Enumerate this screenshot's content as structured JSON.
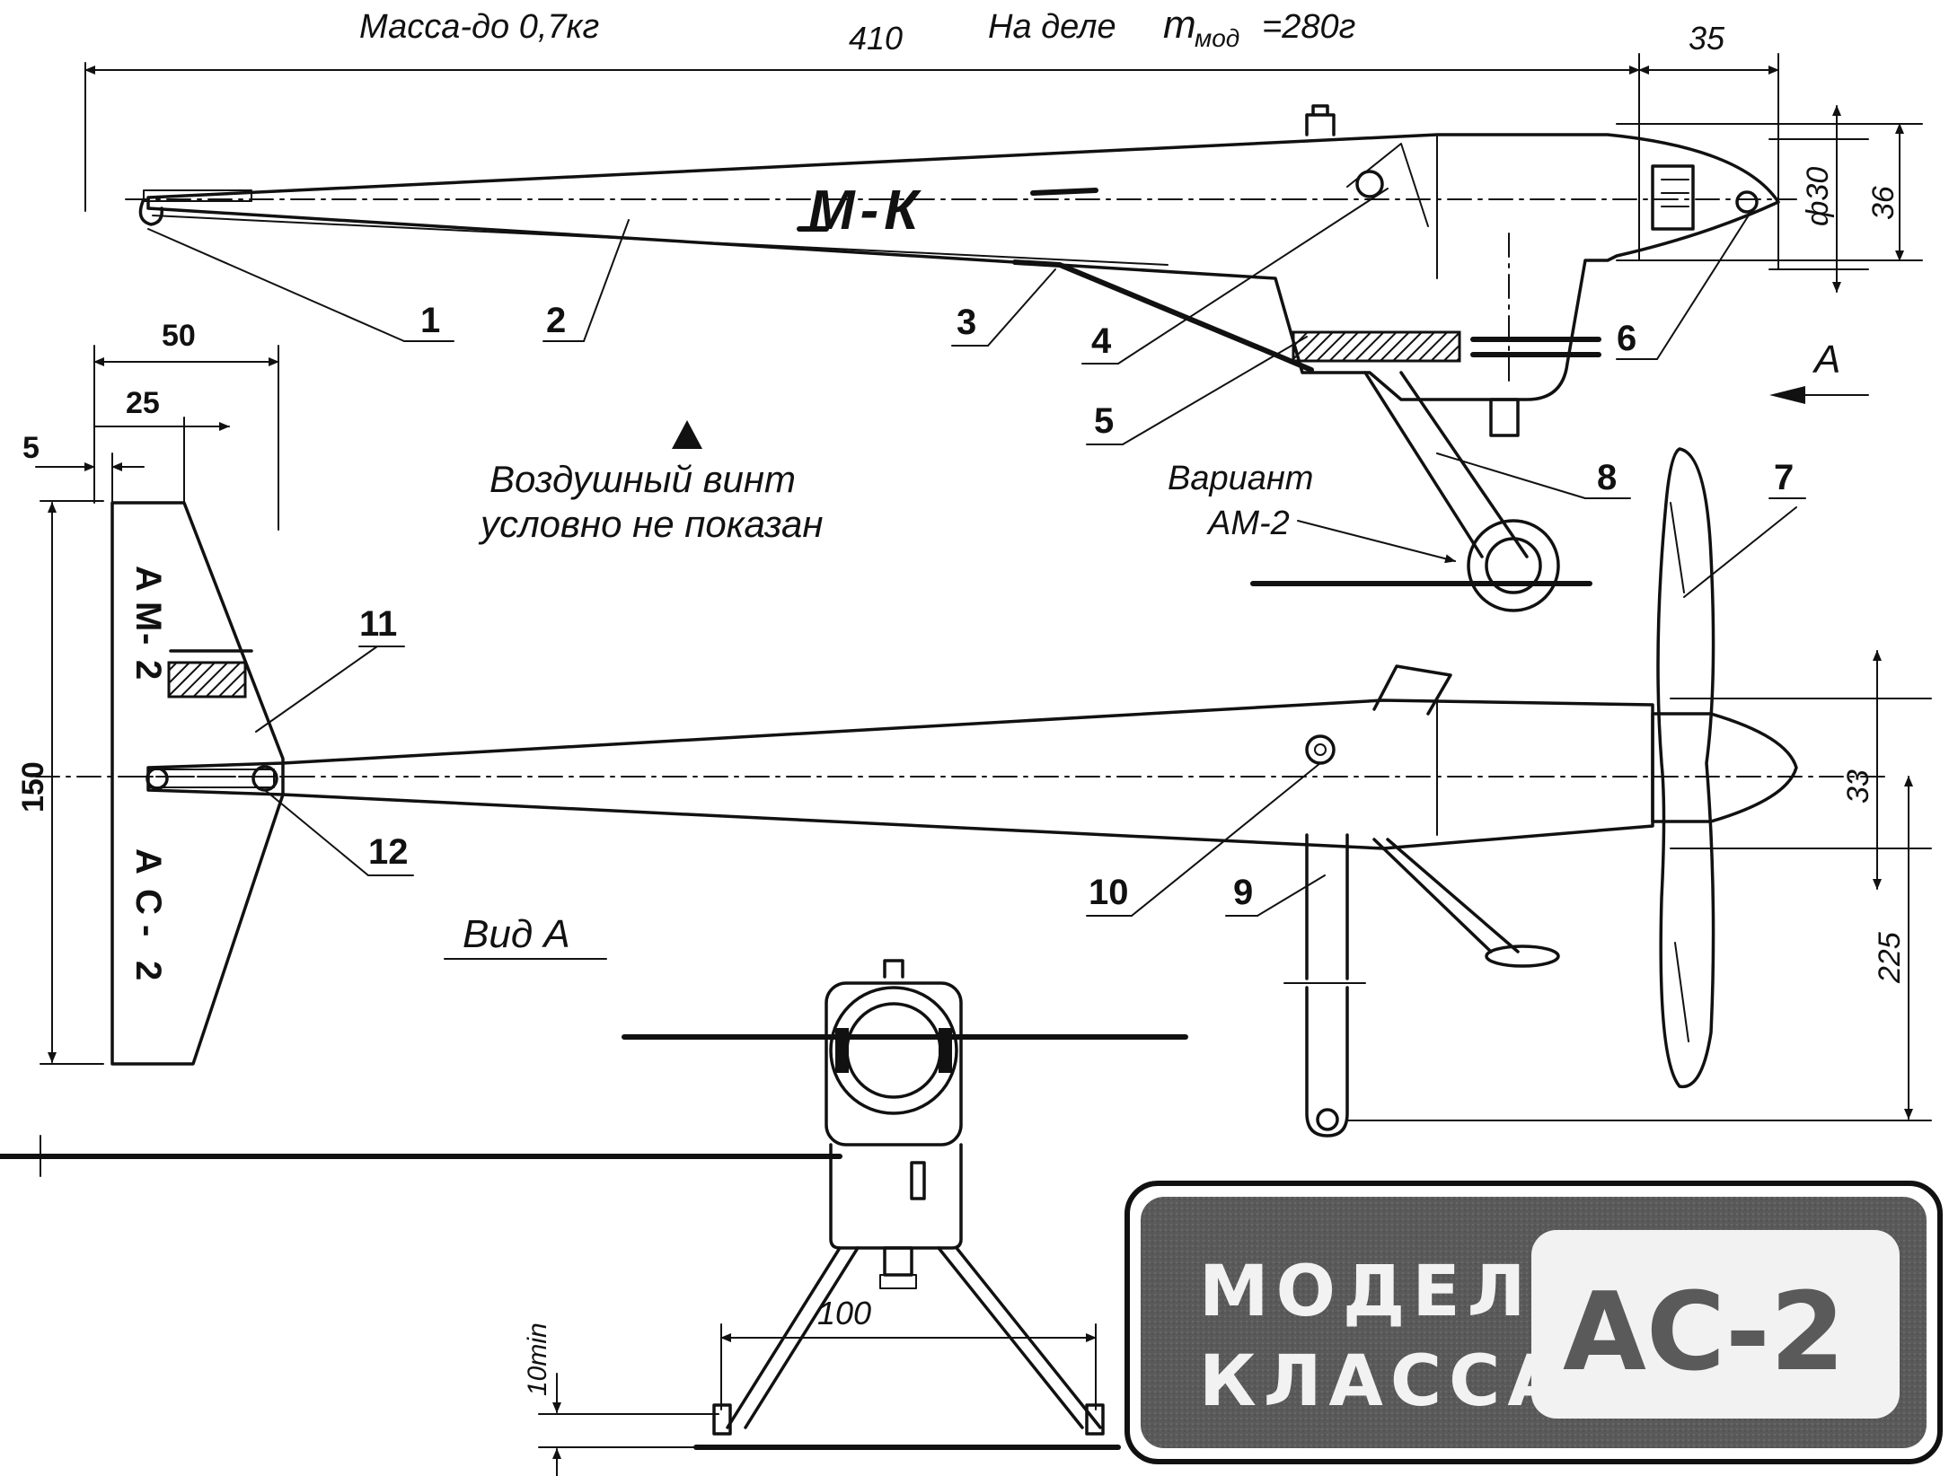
{
  "notes": {
    "mass_limit": "Масса-до 0,7кг",
    "actual_mass_prefix": "На деле",
    "actual_mass_symbol": "m",
    "actual_mass_sub": "мод",
    "actual_mass_value": "=280г",
    "propeller_note_line1": "Воздушный винт",
    "propeller_note_line2": "условно не показан",
    "variant_line1": "Вариант",
    "variant_line2": "АМ-2",
    "view_a": "Вид А",
    "view_arrow": "А",
    "fuselage_lettering": "М-К"
  },
  "dimensions": {
    "length": "410",
    "nose": "35",
    "spinner_dia": "ф30",
    "nose_height": "36",
    "fin_chord": "50",
    "fin_tip": "25",
    "fin_offset": "5",
    "fin_span": "150",
    "fuselage_width": "33",
    "line_arm": "225",
    "gear_track": "100",
    "clearance": "10min"
  },
  "fin_text": {
    "upper": [
      "А",
      "М",
      "-",
      "2"
    ],
    "lower": [
      "А",
      "С",
      "-",
      "2"
    ]
  },
  "callouts": [
    "1",
    "2",
    "3",
    "4",
    "5",
    "6",
    "7",
    "8",
    "9",
    "10",
    "11",
    "12"
  ],
  "banner": {
    "line1": "МОДЕЛЬ",
    "line2": "КЛАССА",
    "model": "АС-2"
  },
  "colors": {
    "ink": "#111111",
    "paper": "#ffffff",
    "banner_bg": "#5a5a5a",
    "banner_text": "#f2f2f2"
  }
}
